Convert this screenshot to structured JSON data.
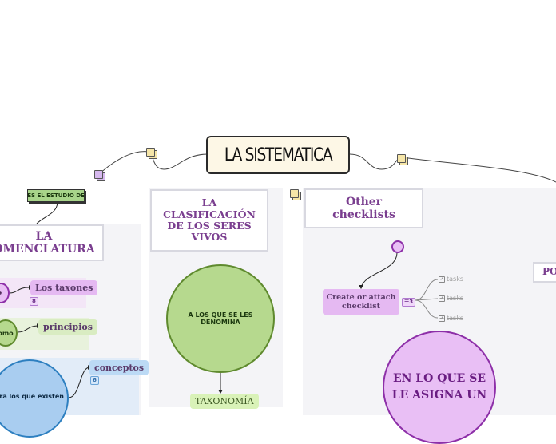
{
  "central": {
    "title": "LA SISTEMATICA"
  },
  "left": {
    "label_tag": "ES EL ESTUDIO DE",
    "topic": "LA\nOMENCLATURA",
    "pill_taxones": "Los taxones",
    "badge_taxones": "8",
    "circle_small_1": "E",
    "circle_small_2": "omo",
    "pill_principios": "principios",
    "pill_conceptos": "conceptos",
    "badge_conceptos": "6",
    "circle_big": "ara los que existen"
  },
  "middle": {
    "topic": "LA CLASIFICACIÓN DE LOS SERES VIVOS",
    "circle": "A LOS QUE SE LES DENOMINA",
    "pill_taxonomia": "TAXONOMÍA"
  },
  "right": {
    "topic": "Other checklists",
    "pill_checklist": "Create or attach checklist",
    "badge_count": "3",
    "tasks": [
      "tasks",
      "tasks",
      "tasks"
    ],
    "circle": "EN LO QUE SE LE ASIGNA UN",
    "edge_topic": "PO"
  },
  "colors": {
    "purple_text": "#7a3e8f",
    "green_fill": "#b6d98e",
    "green_border": "#5f8a2e",
    "blue_fill": "#a9cdf0",
    "blue_border": "#2d7fc0",
    "pink_fill": "#e9bff5",
    "pink_border": "#8d2fa8"
  }
}
